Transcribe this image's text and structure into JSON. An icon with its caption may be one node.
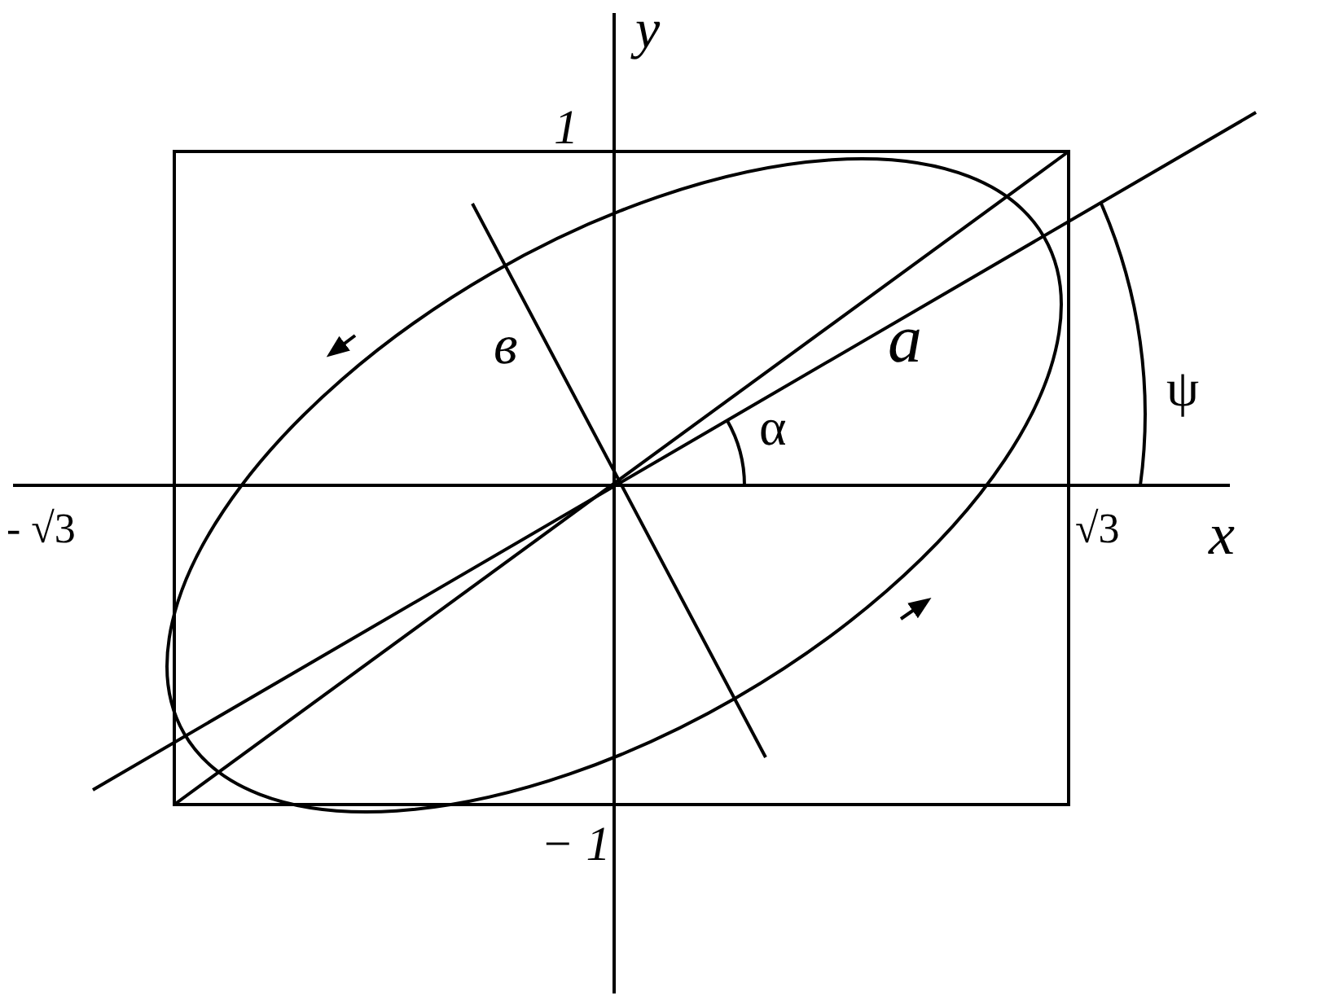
{
  "diagram": {
    "labels": [
      "y",
      "1",
      "в",
      "a",
      "ψ",
      "α",
      "- √3",
      "√3",
      "x",
      "− 1"
    ]
  }
}
